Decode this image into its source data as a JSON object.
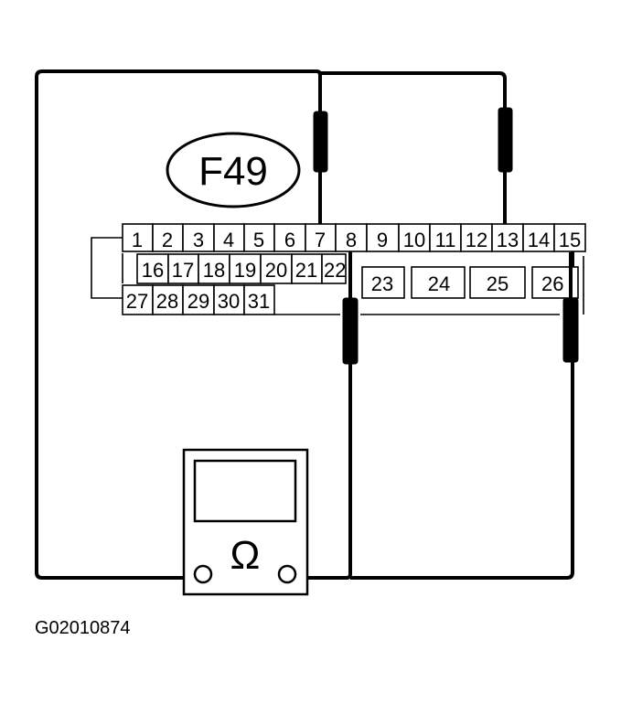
{
  "connector": {
    "name": "F49",
    "row1": [
      "1",
      "2",
      "3",
      "4",
      "5",
      "6",
      "7",
      "8",
      "9",
      "10",
      "11",
      "12",
      "13",
      "14",
      "15"
    ],
    "row2_small": [
      "16",
      "17",
      "18",
      "19",
      "20",
      "21",
      "22"
    ],
    "row2_large": [
      "23",
      "24",
      "25",
      "26"
    ],
    "row3": [
      "27",
      "28",
      "29",
      "30",
      "31"
    ]
  },
  "meter": {
    "symbol": "Ω"
  },
  "figure_code": "G02010874"
}
